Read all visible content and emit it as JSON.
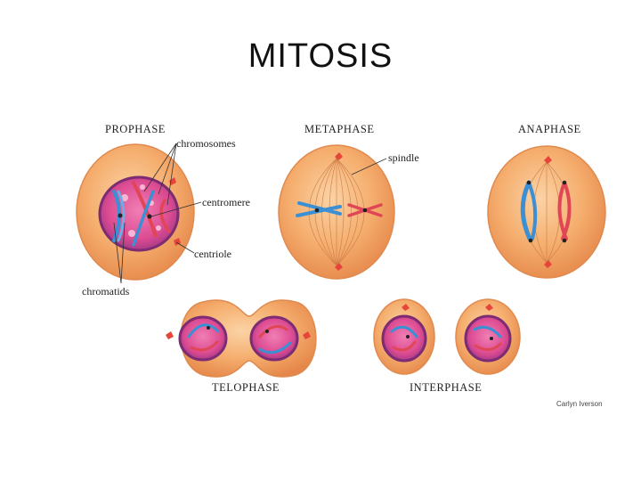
{
  "title": "MITOSIS",
  "phases": {
    "prophase": "PROPHASE",
    "metaphase": "METAPHASE",
    "anaphase": "ANAPHASE",
    "telophase": "TELOPHASE",
    "interphase": "INTERPHASE"
  },
  "annotations": {
    "chromosomes": "chromosomes",
    "centromere": "centromere",
    "centriole": "centriole",
    "chromatids": "chromatids",
    "spindle": "spindle"
  },
  "credit": "Carlyn Iverson",
  "colors": {
    "cell_fill": "#f3a668",
    "cell_edge": "#e8904f",
    "nucleus_fill": "#e0468f",
    "nucleus_edge": "#8a2f7a",
    "chromosome_blue": "#3b8fd4",
    "chromosome_red": "#e04656",
    "centriole": "#e6453a"
  }
}
